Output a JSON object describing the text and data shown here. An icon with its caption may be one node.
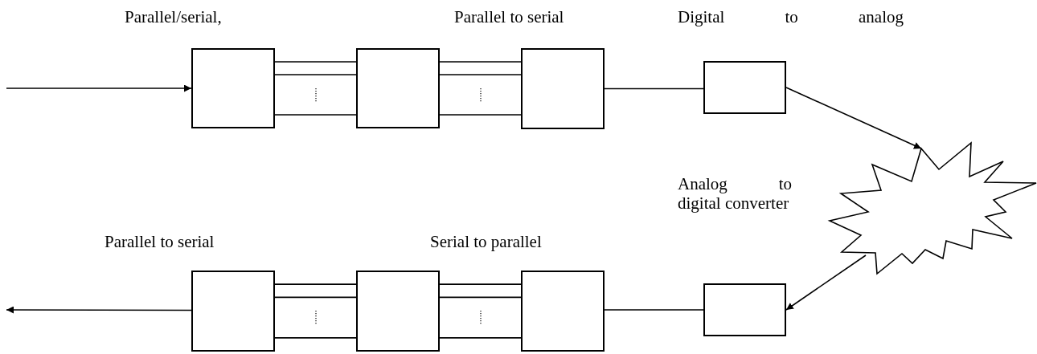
{
  "diagram": {
    "nodes": [
      {
        "text": [],
        "shape": "box"
      },
      {
        "text": [],
        "shape": "box"
      },
      {
        "text": [],
        "shape": "box"
      },
      {
        "text": [],
        "shape": "box"
      },
      {
        "text": [],
        "shape": "starburst"
      },
      {
        "text": [],
        "shape": "box"
      },
      {
        "text": [],
        "shape": "box"
      },
      {
        "text": [],
        "shape": "box"
      },
      {
        "text": [],
        "shape": "box"
      }
    ],
    "edges": [
      {
        "from": null,
        "to": 0,
        "arrow": "to"
      },
      {
        "from": 0,
        "to": 1,
        "arrow": "none"
      },
      {
        "from": 0,
        "to": 1,
        "arrow": "none"
      },
      {
        "from": 0,
        "to": 1,
        "arrow": "none"
      },
      {
        "from": 1,
        "to": 2,
        "arrow": "none"
      },
      {
        "from": 1,
        "to": 2,
        "arrow": "none"
      },
      {
        "from": 1,
        "to": 2,
        "arrow": "none"
      },
      {
        "from": 2,
        "to": 3,
        "arrow": "none"
      },
      {
        "from": 3,
        "to": 4,
        "arrow": "to"
      },
      {
        "from": 4,
        "to": 5,
        "arrow": "to"
      },
      {
        "from": 5,
        "to": 6,
        "arrow": "none"
      },
      {
        "from": 6,
        "to": 7,
        "arrow": "none"
      },
      {
        "from": 6,
        "to": 7,
        "arrow": "none"
      },
      {
        "from": 6,
        "to": 7,
        "arrow": "none"
      },
      {
        "from": 7,
        "to": 8,
        "arrow": "none"
      },
      {
        "from": 7,
        "to": 8,
        "arrow": "none"
      },
      {
        "from": 7,
        "to": 8,
        "arrow": "none"
      },
      {
        "from": 8,
        "to": null,
        "arrow": "to"
      }
    ],
    "labels": [
      "Parallel/serial,",
      "Parallel to serial",
      "Digital to analog",
      "Analog to digital converter",
      "Parallel to serial",
      "Serial to parallel"
    ]
  }
}
